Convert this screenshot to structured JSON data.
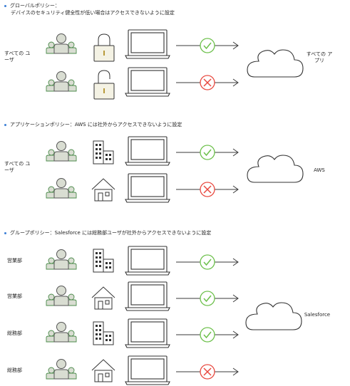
{
  "sections": [
    {
      "heading_line1": "グローバルポリシー：",
      "heading_line2": "デバイスのセキュリティ健全性が低い場合はアクセスできないように設定",
      "group_label_line1": "すべての ユ",
      "group_label_line2": "ーザ",
      "target_line1": "すべての ア",
      "target_line2": "プリ",
      "rows": [
        {
          "condition": "lock-closed",
          "result": "allow"
        },
        {
          "condition": "lock-open",
          "result": "deny"
        }
      ]
    },
    {
      "heading_line1": "アプリケーションポリシー：AWS には社外からアクセスできないように設定",
      "group_label_line1": "すべての ユ",
      "group_label_line2": "ーザ",
      "target_line1": "AWS",
      "rows": [
        {
          "condition": "office-building",
          "result": "allow"
        },
        {
          "condition": "house",
          "result": "deny"
        }
      ]
    },
    {
      "heading_line1": "グループポリシー：Salesforce には総務部ユーザが社外からアクセスできないように設定",
      "target_line1": "Salesforce",
      "rows": [
        {
          "group": "営業部",
          "condition": "office-building",
          "result": "allow"
        },
        {
          "group": "営業部",
          "condition": "house",
          "result": "allow"
        },
        {
          "group": "総務部",
          "condition": "office-building",
          "result": "allow"
        },
        {
          "group": "総務部",
          "condition": "house",
          "result": "deny"
        }
      ]
    }
  ],
  "colors": {
    "allow": "#6cc04a",
    "deny": "#e8483f",
    "line": "#3a3a3a",
    "person_fill": "#d9ddd2",
    "bullet": "#3b7fd6"
  }
}
